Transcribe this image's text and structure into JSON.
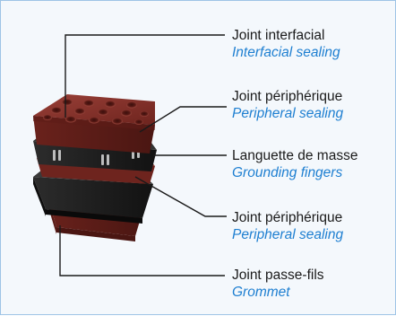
{
  "labels": [
    {
      "fr": "Joint interfacial",
      "en": "Interfacial sealing"
    },
    {
      "fr": "Joint périphérique",
      "en": "Peripheral sealing"
    },
    {
      "fr": "Languette de masse",
      "en": "Grounding fingers"
    },
    {
      "fr": "Joint périphérique",
      "en": "Peripheral sealing"
    },
    {
      "fr": "Joint passe-fils",
      "en": "Grommet"
    }
  ],
  "colors": {
    "panel_background": "#f4f8fc",
    "panel_border": "#9ec4e6",
    "french_text": "#1a1a1a",
    "english_text": "#1e7fd1",
    "leader_lines": "#1a1a1a",
    "rubber_red": "#7a2a22",
    "metal_black": "#1e1e1e"
  }
}
